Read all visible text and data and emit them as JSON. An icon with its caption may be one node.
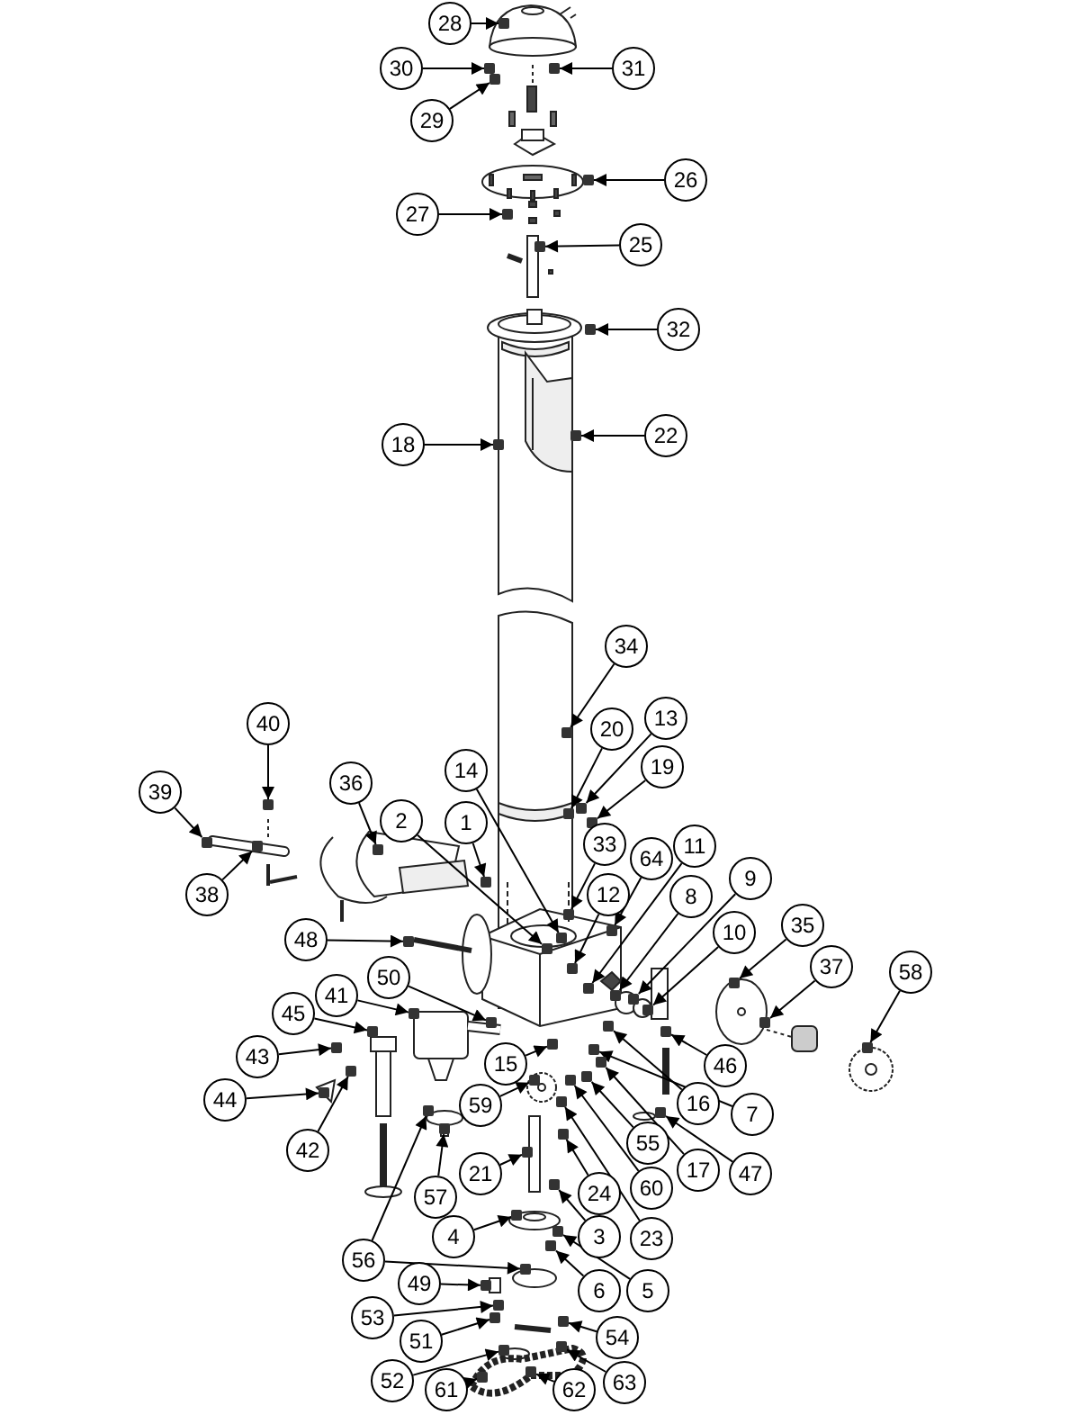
{
  "diagram": {
    "nodes": [
      {
        "text": [
          "28"
        ]
      },
      {
        "text": [
          "30"
        ]
      },
      {
        "text": [
          "31"
        ]
      },
      {
        "text": [
          "29"
        ]
      },
      {
        "text": [
          "26"
        ]
      },
      {
        "text": [
          "27"
        ]
      },
      {
        "text": [
          "25"
        ]
      },
      {
        "text": [
          "32"
        ]
      },
      {
        "text": [
          "22"
        ]
      },
      {
        "text": [
          "18"
        ]
      },
      {
        "text": [
          "34"
        ]
      },
      {
        "text": [
          "40"
        ]
      },
      {
        "text": [
          "20"
        ]
      },
      {
        "text": [
          "13"
        ]
      },
      {
        "text": [
          "19"
        ]
      },
      {
        "text": [
          "14"
        ]
      },
      {
        "text": [
          "36"
        ]
      },
      {
        "text": [
          "2"
        ]
      },
      {
        "text": [
          "1"
        ]
      },
      {
        "text": [
          "39"
        ]
      },
      {
        "text": [
          "33"
        ]
      },
      {
        "text": [
          "64"
        ]
      },
      {
        "text": [
          "11"
        ]
      },
      {
        "text": [
          "12"
        ]
      },
      {
        "text": [
          "38"
        ]
      },
      {
        "text": [
          "8"
        ]
      },
      {
        "text": [
          "9"
        ]
      },
      {
        "text": [
          "48"
        ]
      },
      {
        "text": [
          "35"
        ]
      },
      {
        "text": [
          "10"
        ]
      },
      {
        "text": [
          "37"
        ]
      },
      {
        "text": [
          "58"
        ]
      },
      {
        "text": [
          "50"
        ]
      },
      {
        "text": [
          "41"
        ]
      },
      {
        "text": [
          "45"
        ]
      },
      {
        "text": [
          "43"
        ]
      },
      {
        "text": [
          "15"
        ]
      },
      {
        "text": [
          "46"
        ]
      },
      {
        "text": [
          "44"
        ]
      },
      {
        "text": [
          "16"
        ]
      },
      {
        "text": [
          "59"
        ]
      },
      {
        "text": [
          "7"
        ]
      },
      {
        "text": [
          "55"
        ]
      },
      {
        "text": [
          "42"
        ]
      },
      {
        "text": [
          "17"
        ]
      },
      {
        "text": [
          "47"
        ]
      },
      {
        "text": [
          "60"
        ]
      },
      {
        "text": [
          "21"
        ]
      },
      {
        "text": [
          "24"
        ]
      },
      {
        "text": [
          "57"
        ]
      },
      {
        "text": [
          "3"
        ]
      },
      {
        "text": [
          "23"
        ]
      },
      {
        "text": [
          "4"
        ]
      },
      {
        "text": [
          "56"
        ]
      },
      {
        "text": [
          "49"
        ]
      },
      {
        "text": [
          "6"
        ]
      },
      {
        "text": [
          "5"
        ]
      },
      {
        "text": [
          "53"
        ]
      },
      {
        "text": [
          "54"
        ]
      },
      {
        "text": [
          "51"
        ]
      },
      {
        "text": [
          "52"
        ]
      },
      {
        "text": [
          "63"
        ]
      },
      {
        "text": [
          "61"
        ]
      },
      {
        "text": [
          "62"
        ]
      },
      {
        "text": [],
        "shape": "box"
      },
      {
        "text": [],
        "shape": "box"
      },
      {
        "text": [],
        "shape": "box"
      },
      {
        "text": [],
        "shape": "box"
      },
      {
        "text": [],
        "shape": "box"
      },
      {
        "text": [],
        "shape": "box"
      },
      {
        "text": [],
        "shape": "box"
      },
      {
        "text": [],
        "shape": "box"
      },
      {
        "text": [],
        "shape": "box"
      },
      {
        "text": [],
        "shape": "box"
      },
      {
        "text": [],
        "shape": "box"
      },
      {
        "text": [],
        "shape": "box"
      },
      {
        "text": [],
        "shape": "box"
      },
      {
        "text": [],
        "shape": "box"
      },
      {
        "text": [],
        "shape": "box"
      },
      {
        "text": [],
        "shape": "box"
      },
      {
        "text": [],
        "shape": "box"
      },
      {
        "text": [],
        "shape": "box"
      },
      {
        "text": [],
        "shape": "box"
      },
      {
        "text": [],
        "shape": "box"
      },
      {
        "text": [],
        "shape": "box"
      },
      {
        "text": [],
        "shape": "box"
      },
      {
        "text": [],
        "shape": "box"
      },
      {
        "text": [],
        "shape": "box"
      },
      {
        "text": [],
        "shape": "box"
      },
      {
        "text": [],
        "shape": "box"
      },
      {
        "text": [],
        "shape": "box"
      },
      {
        "text": [],
        "shape": "box"
      },
      {
        "text": [],
        "shape": "box"
      },
      {
        "text": [],
        "shape": "box"
      },
      {
        "text": [],
        "shape": "box"
      },
      {
        "text": [],
        "shape": "box"
      },
      {
        "text": [],
        "shape": "box"
      },
      {
        "text": [],
        "shape": "box"
      },
      {
        "text": [],
        "shape": "box"
      },
      {
        "text": [],
        "shape": "box"
      },
      {
        "text": [],
        "shape": "box"
      },
      {
        "text": [],
        "shape": "box"
      },
      {
        "text": [],
        "shape": "box"
      },
      {
        "text": [],
        "shape": "box"
      },
      {
        "text": [],
        "shape": "box"
      },
      {
        "text": [],
        "shape": "box"
      },
      {
        "text": [],
        "shape": "box"
      },
      {
        "text": [],
        "shape": "box"
      },
      {
        "text": [],
        "shape": "box"
      },
      {
        "text": [],
        "shape": "box"
      },
      {
        "text": [],
        "shape": "box"
      },
      {
        "text": [],
        "shape": "box"
      },
      {
        "text": [],
        "shape": "box"
      },
      {
        "text": [],
        "shape": "box"
      },
      {
        "text": [],
        "shape": "box"
      },
      {
        "text": [],
        "shape": "box"
      },
      {
        "text": [],
        "shape": "box"
      },
      {
        "text": [],
        "shape": "box"
      },
      {
        "text": [],
        "shape": "box"
      },
      {
        "text": [],
        "shape": "box"
      },
      {
        "text": [],
        "shape": "box"
      },
      {
        "text": [],
        "shape": "box"
      },
      {
        "text": [],
        "shape": "box"
      },
      {
        "text": [],
        "shape": "box"
      },
      {
        "text": [],
        "shape": "box"
      },
      {
        "text": [],
        "shape": "box"
      },
      {
        "text": [],
        "shape": "box"
      },
      {
        "text": [],
        "shape": "box"
      },
      {
        "text": [],
        "shape": "box"
      }
    ],
    "edges": [
      {
        "from": 0,
        "to": 64,
        "arrow": "to"
      },
      {
        "from": 1,
        "to": 65,
        "arrow": "to"
      },
      {
        "from": 2,
        "to": 66,
        "arrow": "to"
      },
      {
        "from": 3,
        "to": 67,
        "arrow": "to"
      },
      {
        "from": 4,
        "to": 68,
        "arrow": "to"
      },
      {
        "from": 5,
        "to": 69,
        "arrow": "to"
      },
      {
        "from": 6,
        "to": 70,
        "arrow": "to"
      },
      {
        "from": 7,
        "to": 71,
        "arrow": "to"
      },
      {
        "from": 8,
        "to": 72,
        "arrow": "to"
      },
      {
        "from": 9,
        "to": 73,
        "arrow": "to"
      },
      {
        "from": 10,
        "to": 74,
        "arrow": "to"
      },
      {
        "from": 11,
        "to": 75,
        "arrow": "to"
      },
      {
        "from": 12,
        "to": 76,
        "arrow": "to"
      },
      {
        "from": 13,
        "to": 77,
        "arrow": "to"
      },
      {
        "from": 14,
        "to": 78,
        "arrow": "to"
      },
      {
        "from": 15,
        "to": 79,
        "arrow": "to"
      },
      {
        "from": 16,
        "to": 80,
        "arrow": "to"
      },
      {
        "from": 17,
        "to": 81,
        "arrow": "to"
      },
      {
        "from": 18,
        "to": 82,
        "arrow": "to"
      },
      {
        "from": 19,
        "to": 83,
        "arrow": "to"
      },
      {
        "from": 20,
        "to": 84,
        "arrow": "to"
      },
      {
        "from": 21,
        "to": 85,
        "arrow": "to"
      },
      {
        "from": 22,
        "to": 86,
        "arrow": "to"
      },
      {
        "from": 23,
        "to": 87,
        "arrow": "to"
      },
      {
        "from": 24,
        "to": 88,
        "arrow": "to"
      },
      {
        "from": 25,
        "to": 89,
        "arrow": "to"
      },
      {
        "from": 26,
        "to": 90,
        "arrow": "to"
      },
      {
        "from": 27,
        "to": 91,
        "arrow": "to"
      },
      {
        "from": 28,
        "to": 92,
        "arrow": "to"
      },
      {
        "from": 29,
        "to": 93,
        "arrow": "to"
      },
      {
        "from": 30,
        "to": 94,
        "arrow": "to"
      },
      {
        "from": 31,
        "to": 95,
        "arrow": "to"
      },
      {
        "from": 32,
        "to": 96,
        "arrow": "to"
      },
      {
        "from": 33,
        "to": 97,
        "arrow": "to"
      },
      {
        "from": 34,
        "to": 98,
        "arrow": "to"
      },
      {
        "from": 35,
        "to": 99,
        "arrow": "to"
      },
      {
        "from": 36,
        "to": 100,
        "arrow": "to"
      },
      {
        "from": 37,
        "to": 101,
        "arrow": "to"
      },
      {
        "from": 38,
        "to": 102,
        "arrow": "to"
      },
      {
        "from": 39,
        "to": 103,
        "arrow": "to"
      },
      {
        "from": 40,
        "to": 104,
        "arrow": "to"
      },
      {
        "from": 41,
        "to": 105,
        "arrow": "to"
      },
      {
        "from": 42,
        "to": 106,
        "arrow": "to"
      },
      {
        "from": 43,
        "to": 107,
        "arrow": "to"
      },
      {
        "from": 44,
        "to": 108,
        "arrow": "to"
      },
      {
        "from": 45,
        "to": 109,
        "arrow": "to"
      },
      {
        "from": 46,
        "to": 110,
        "arrow": "to"
      },
      {
        "from": 47,
        "to": 111,
        "arrow": "to"
      },
      {
        "from": 48,
        "to": 112,
        "arrow": "to"
      },
      {
        "from": 49,
        "to": 113,
        "arrow": "to"
      },
      {
        "from": 50,
        "to": 114,
        "arrow": "to"
      },
      {
        "from": 51,
        "to": 115,
        "arrow": "to"
      },
      {
        "from": 52,
        "to": 116,
        "arrow": "to"
      },
      {
        "from": 53,
        "to": 117,
        "arrow": "to"
      },
      {
        "from": 53,
        "to": 118,
        "arrow": "to"
      },
      {
        "from": 54,
        "to": 119,
        "arrow": "to"
      },
      {
        "from": 55,
        "to": 120,
        "arrow": "to"
      },
      {
        "from": 56,
        "to": 121,
        "arrow": "to"
      },
      {
        "from": 57,
        "to": 122,
        "arrow": "to"
      },
      {
        "from": 58,
        "to": 123,
        "arrow": "to"
      },
      {
        "from": 59,
        "to": 124,
        "arrow": "to"
      },
      {
        "from": 60,
        "to": 125,
        "arrow": "to"
      },
      {
        "from": 61,
        "to": 126,
        "arrow": "to"
      },
      {
        "from": 62,
        "to": 127,
        "arrow": "to"
      },
      {
        "from": 63,
        "to": 128,
        "arrow": "to"
      }
    ]
  }
}
